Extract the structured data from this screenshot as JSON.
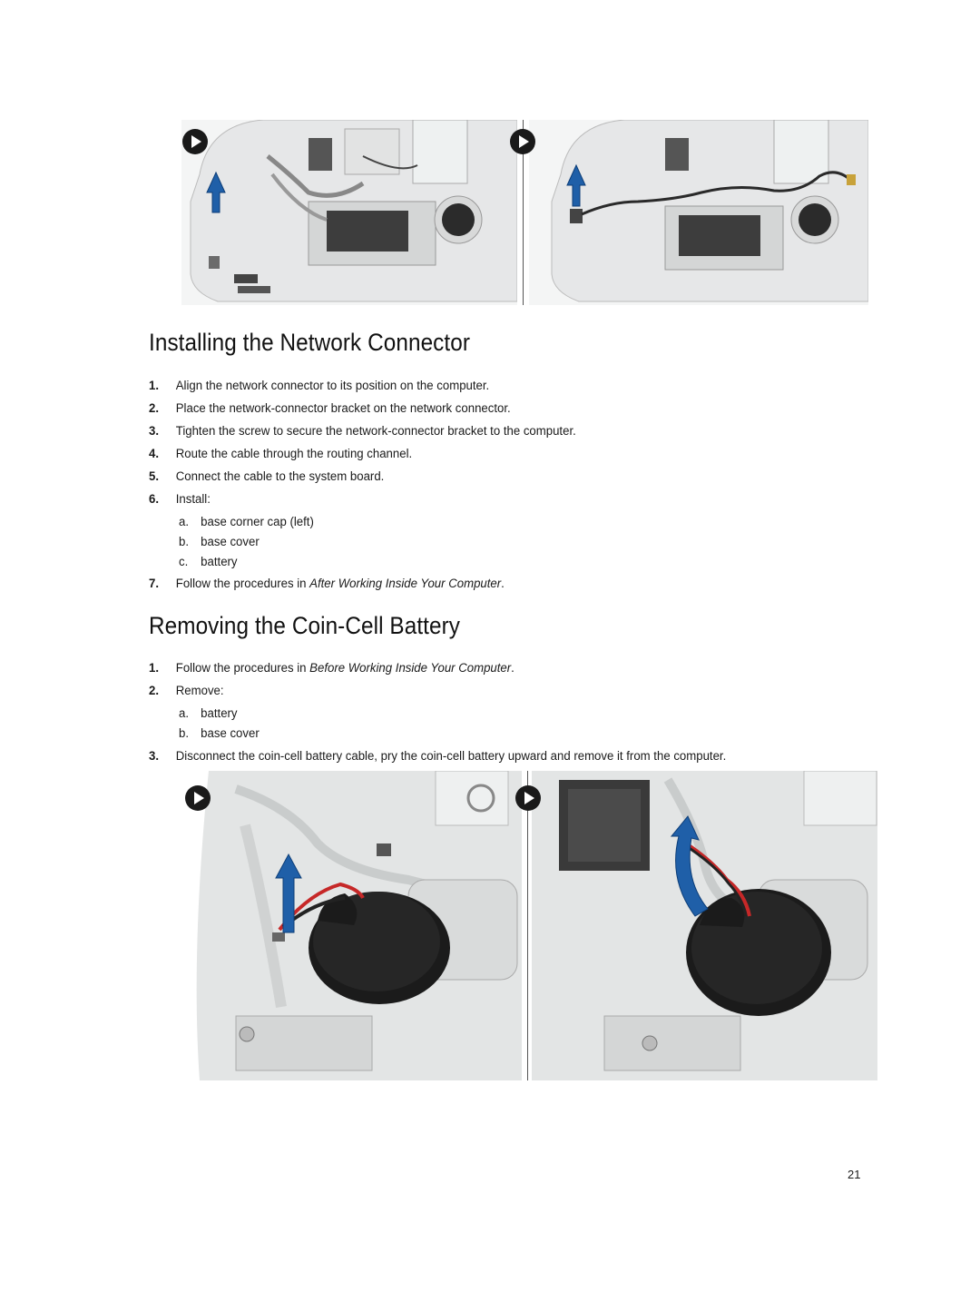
{
  "section1": {
    "title": "Installing the Network Connector",
    "steps": [
      {
        "num": "1.",
        "text": "Align the network connector to its position on the computer."
      },
      {
        "num": "2.",
        "text": "Place the network-connector bracket on the network connector."
      },
      {
        "num": "3.",
        "text": "Tighten the screw to secure the network-connector bracket to the computer."
      },
      {
        "num": "4.",
        "text": "Route the cable through the routing channel."
      },
      {
        "num": "5.",
        "text": "Connect the cable to the system board."
      },
      {
        "num": "6.",
        "text": "Install:"
      },
      {
        "num": "7.",
        "text": "Follow the procedures in ",
        "link": "After Working Inside Your Computer",
        "tail": "."
      }
    ],
    "install_items": [
      {
        "letter": "a.",
        "text": "base corner cap (left)"
      },
      {
        "letter": "b.",
        "text": "base cover"
      },
      {
        "letter": "c.",
        "text": "battery"
      }
    ]
  },
  "section2": {
    "title": "Removing the Coin-Cell Battery",
    "steps": [
      {
        "num": "1.",
        "text": "Follow the procedures in ",
        "link": "Before Working Inside Your Computer",
        "tail": "."
      },
      {
        "num": "2.",
        "text": "Remove:"
      },
      {
        "num": "3.",
        "text": "Disconnect the coin-cell battery cable, pry the coin-cell battery upward and remove it from the computer."
      }
    ],
    "remove_items": [
      {
        "letter": "a.",
        "text": "battery"
      },
      {
        "letter": "b.",
        "text": "base cover"
      }
    ]
  },
  "figures": {
    "top_icons": [
      "play-icon",
      "play-icon"
    ],
    "bottom_icons": [
      "play-icon",
      "play-icon"
    ],
    "accent_arrow_color": "#1f5fa8",
    "cable_color": "#c62828"
  },
  "page_number": "21"
}
